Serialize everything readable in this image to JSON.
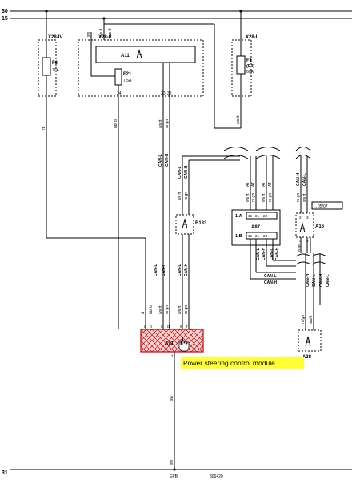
{
  "rails": {
    "top_30": "30",
    "top_15": "15",
    "bottom_31": "31"
  },
  "connectors": {
    "x28_iv": "X28-IV",
    "x28_ii": "X28-II",
    "x28_i": "X28-I"
  },
  "components": {
    "f6": {
      "id": "F6",
      "rating": "70A"
    },
    "a11": "A11",
    "f21": {
      "id": "F21",
      "rating": "7.5A"
    },
    "f1": {
      "id": "F1",
      "alt": "(F3)",
      "rating": "60A"
    },
    "b183": "B183",
    "a87": "A87",
    "a16": "A16",
    "a38": "A38",
    "a91": "A91"
  },
  "wire_colors": {
    "rt": "rt",
    "ws_rt": "ws rt",
    "sw": "sw",
    "hbl_bl": "hbl bl",
    "rs_gn": "rs gn",
    "ws_gn": "ws gn",
    "at": "AT",
    "ws_rt2": "ws/rt",
    "rs_gn2": "rs/gn"
  },
  "buses": {
    "can_l": "CAN-L",
    "can_h": "CAN-H"
  },
  "pins": {
    "p24": "24",
    "p30": "30",
    "p32": "32",
    "p1a": "1.A",
    "p1b": "1.B",
    "p16": "16",
    "p21": "21",
    "p23": "23",
    "p2": "2",
    "p3": "3",
    "sp4": "4",
    "sp5": "5",
    "sp7": "7",
    "a": "a",
    "b": "b",
    "c": "c",
    "d": "d",
    "e": "e",
    "f": "f"
  },
  "reference": "→05/07",
  "tooltip": "Power steering control module",
  "ground": "EPB",
  "sheet_number": "306420"
}
